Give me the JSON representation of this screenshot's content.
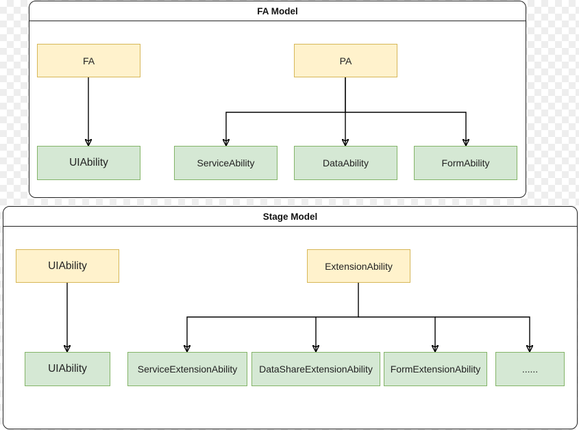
{
  "fa_model": {
    "title": "FA  Model",
    "fa": "FA",
    "pa": "PA",
    "ui_ability": "UIAbility",
    "service_ability": "ServiceAbility",
    "data_ability": "DataAbility",
    "form_ability": "FormAbility"
  },
  "stage_model": {
    "title": "Stage Model",
    "ui_ability_parent": "UIAbility",
    "ui_ability_child": "UIAbility",
    "extension_ability": "ExtensionAbility",
    "service_extension": "ServiceExtensionAbility",
    "datashare_extension": "DataShareExtensionAbility",
    "form_extension": "FormExtensionAbility",
    "more": "......"
  },
  "colors": {
    "parent_fill": "#fff2cc",
    "parent_stroke": "#d6b656",
    "child_fill": "#d5e8d4",
    "child_stroke": "#82b366"
  }
}
